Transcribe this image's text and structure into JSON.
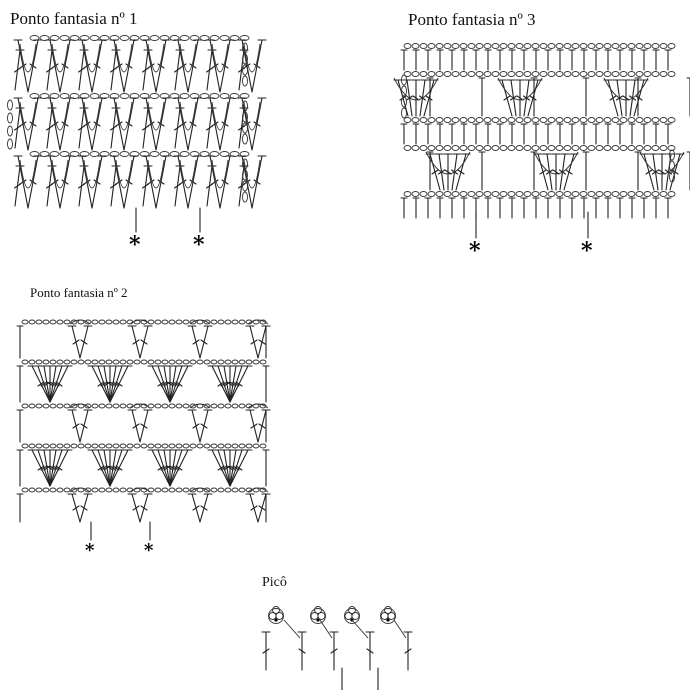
{
  "diagrams": {
    "d1": {
      "title": "Ponto fantasia nº 1",
      "marker": "*"
    },
    "d2": {
      "title": "Ponto fantasia nº 2",
      "marker": "*"
    },
    "d3": {
      "title": "Ponto fantasia nº 3",
      "marker": "*"
    },
    "pico": {
      "title": "Picô"
    }
  }
}
